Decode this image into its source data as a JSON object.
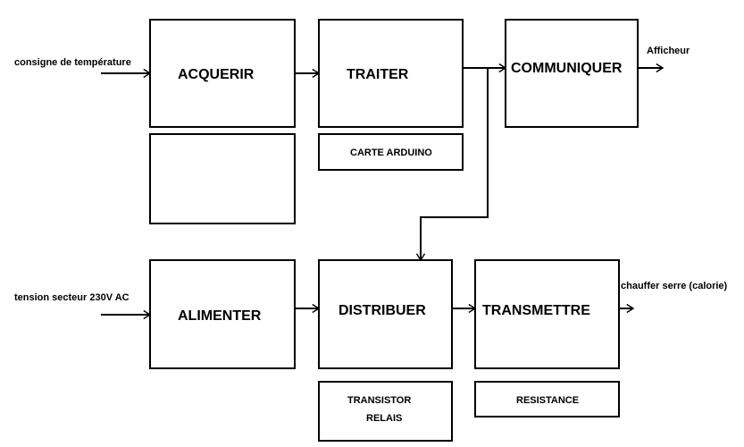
{
  "inputs": {
    "temperature_setpoint": "consigne de température",
    "mains_voltage": "tension secteur 230V AC"
  },
  "outputs": {
    "display": "Afficheur",
    "heating": "chauffer serre (calorie)"
  },
  "blocks": {
    "acquire": "ACQUERIR",
    "process": "TRAITER",
    "communicate": "COMMUNIQUER",
    "power": "ALIMENTER",
    "distribute": "DISTRIBUER",
    "transmit": "TRANSMETTRE"
  },
  "components": {
    "process": "CARTE ARDUINO",
    "distribute_line1": "TRANSISTOR",
    "distribute_line2": "RELAIS",
    "transmit": "RESISTANCE",
    "acquire": ""
  }
}
